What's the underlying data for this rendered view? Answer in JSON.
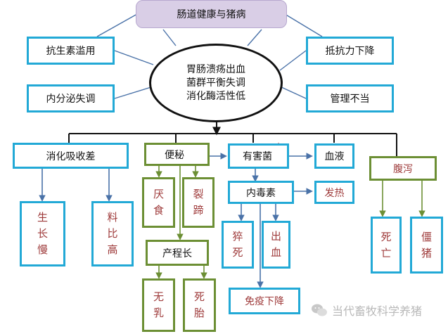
{
  "top_title": "肠道健康与猪病",
  "center": [
    "胃肠溃疡出血",
    "菌群平衡失调",
    "消化酶活性低"
  ],
  "causes": {
    "antibiotic_abuse": "抗生素滥用",
    "endocrine_disorder": "内分泌失调",
    "low_resistance": "抵抗力下降",
    "poor_management": "管理不当"
  },
  "effects": {
    "poor_digestion": "消化吸收差",
    "constipation": "便秘",
    "harmful_bacteria": "有害菌",
    "blood": "血液",
    "diarrhea": "腹泻",
    "endotoxin": "内毒素",
    "fever": "发热"
  },
  "outcomes": {
    "slow_growth": [
      "生",
      "长",
      "慢"
    ],
    "high_fcr": [
      "料",
      "比",
      "高"
    ],
    "anorexia": [
      "厌",
      "食"
    ],
    "cracked_hoof": [
      "裂",
      "蹄"
    ],
    "long_labor": "产程长",
    "no_milk": [
      "无",
      "乳"
    ],
    "stillbirth": [
      "死",
      "胎"
    ],
    "sudden_death": [
      "猝",
      "死"
    ],
    "bleeding": [
      "出",
      "血"
    ],
    "immune_down": "免疫下降",
    "death": [
      "死",
      "亡"
    ],
    "stunted": [
      "僵",
      "猪"
    ]
  },
  "watermark": "当代畜牧科学养猪",
  "colors": {
    "blue_border": "#22a9d6",
    "green_border": "#6c8f34",
    "red_text": "#9e3a3a",
    "top_fill": "#d9cee6",
    "arrow_blue": "#4a72a8",
    "arrow_green": "#6c8f34",
    "up_arrow": "#b03030"
  }
}
